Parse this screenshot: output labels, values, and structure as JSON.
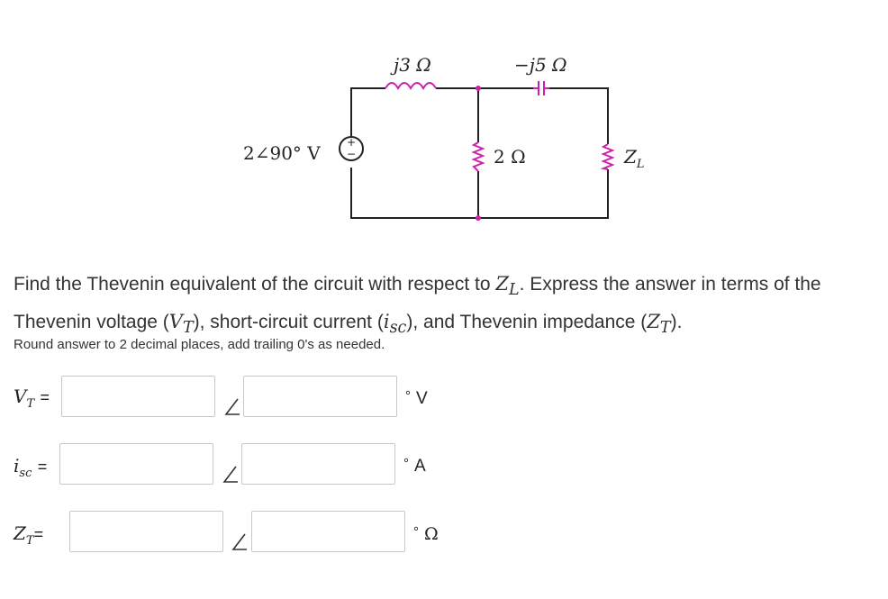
{
  "circuit": {
    "source_label": "2∠90° V",
    "inductor_label": "j3 Ω",
    "capacitor_label": "−j5 Ω",
    "resistor_label": "2 Ω",
    "load_label": "Z",
    "load_sub": "L"
  },
  "question": {
    "text_1": "Find the Thevenin equivalent of the circuit with respect to ",
    "zl_main": "Z",
    "zl_sub": "L",
    "text_2": ". Express the answer in terms of the Thevenin voltage (",
    "vt_main": "V",
    "vt_sub": "T",
    "text_3": "), short-circuit current (",
    "isc_main": "i",
    "isc_sub": "sc",
    "text_4": "), and Thevenin impedance (",
    "zt_main": "Z",
    "zt_sub": "T",
    "text_5": ")."
  },
  "instruction": "Round answer to 2 decimal places, add trailing 0's as needed.",
  "answers": [
    {
      "label_main": "V",
      "label_sub": "T",
      "equals": "=",
      "unit": "V",
      "magnitude": "",
      "angle": ""
    },
    {
      "label_main": "i",
      "label_sub": "sc",
      "equals": "=",
      "unit": "A",
      "magnitude": "",
      "angle": ""
    },
    {
      "label_main": "Z",
      "label_sub": "T",
      "equals": "=",
      "unit": "Ω",
      "magnitude": "",
      "angle": ""
    }
  ],
  "degree_symbol": "°",
  "colors": {
    "wire": "#222222",
    "node": "#cc22aa",
    "input_border": "#c8c8c8"
  }
}
